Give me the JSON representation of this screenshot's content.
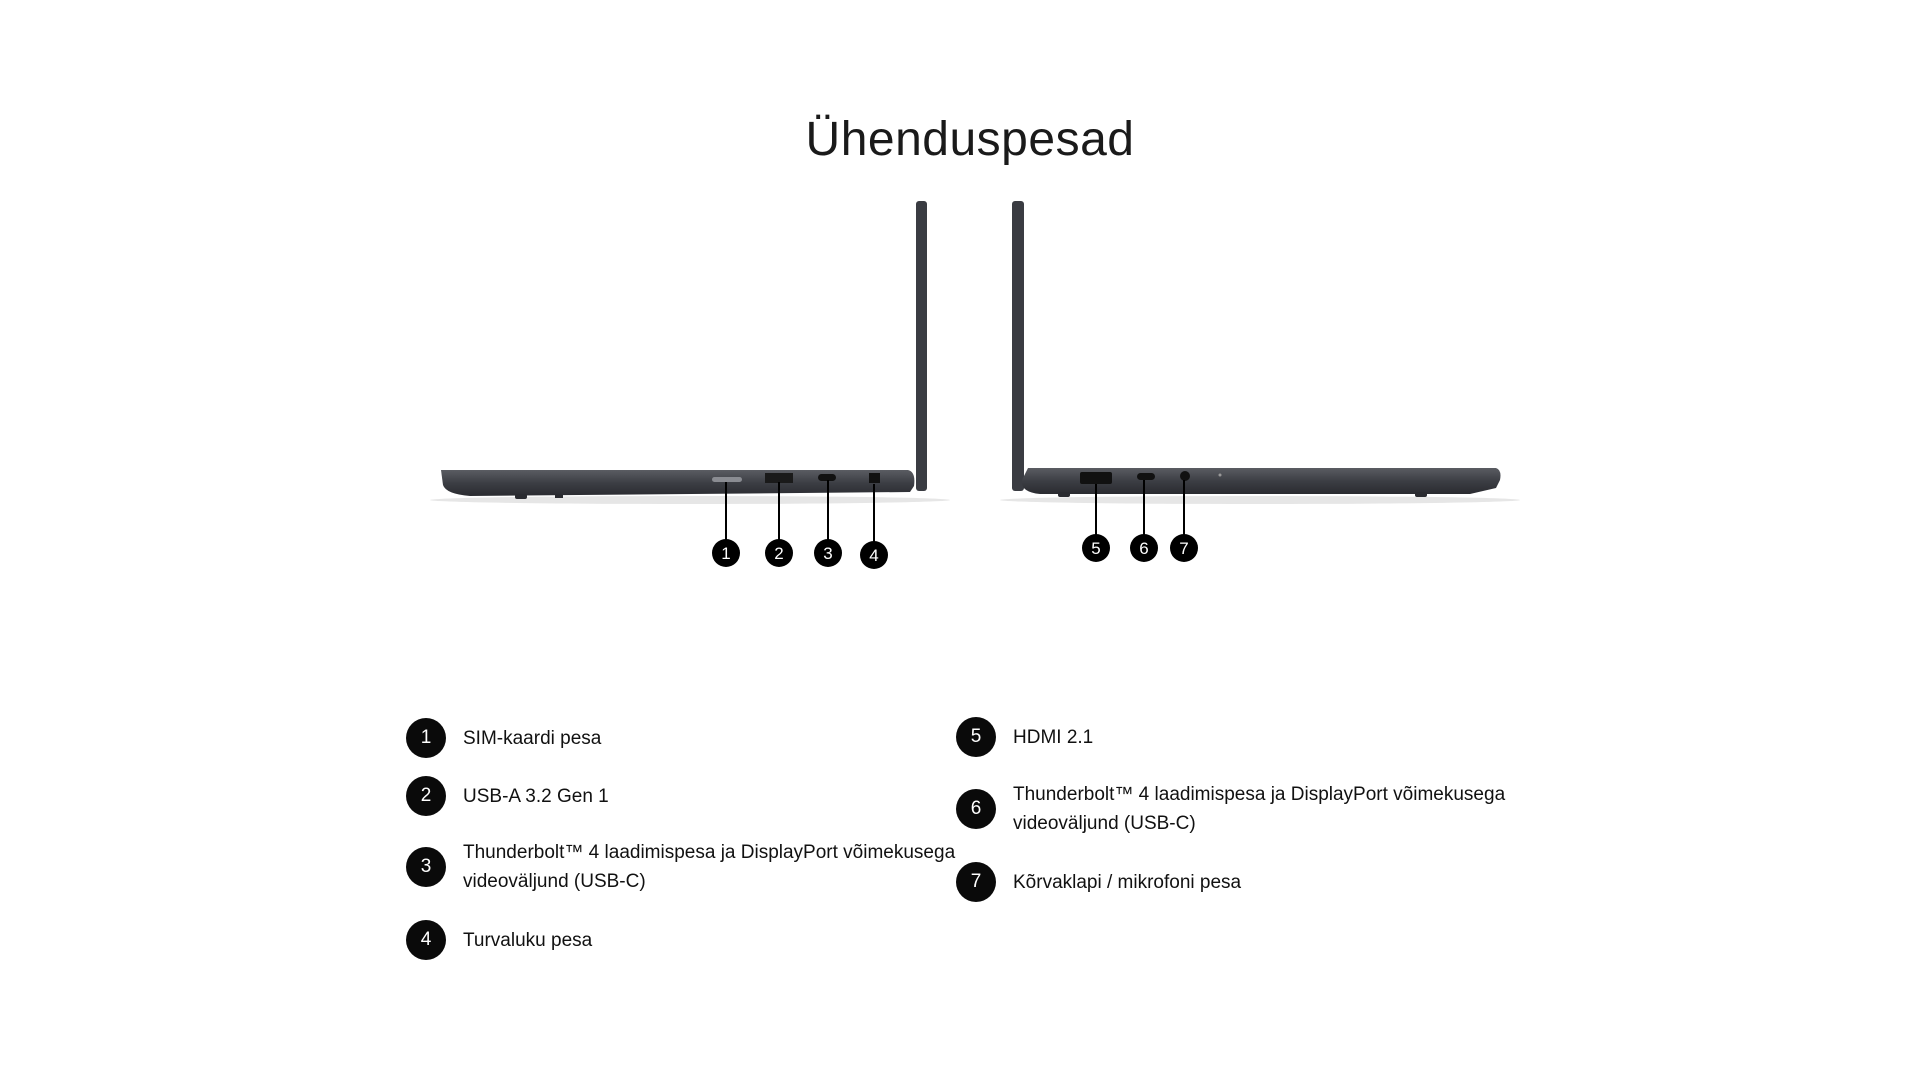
{
  "title": "Ühenduspesad",
  "ports": [
    {
      "number": "1",
      "label": "SIM-kaardi pesa"
    },
    {
      "number": "2",
      "label": "USB-A 3.2 Gen 1"
    },
    {
      "number": "3",
      "label": "Thunderbolt™ 4 laadimispesa ja DisplayPort võimekusega videoväljund (USB-C)"
    },
    {
      "number": "4",
      "label": "Turvaluku pesa"
    },
    {
      "number": "5",
      "label": "HDMI 2.1"
    },
    {
      "number": "6",
      "label": "Thunderbolt™ 4 laadimispesa ja DisplayPort võimekusega videoväljund (USB-C)"
    },
    {
      "number": "7",
      "label": "Kõrvaklapi / mikrofoni pesa"
    }
  ]
}
